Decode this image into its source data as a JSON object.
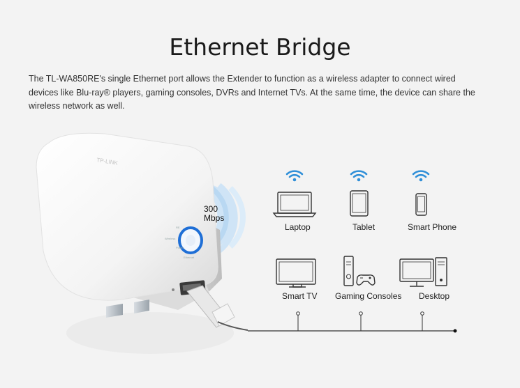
{
  "title": "Ethernet Bridge",
  "description": "The TL-WA850RE's single Ethernet port allows the Extender to function as a wireless adapter to connect wired devices like Blu-ray® players, gaming consoles, DVRs and Internet TVs. At the same time, the device can share the wireless network as well.",
  "device": {
    "brand": "TP-LINK",
    "speed_value": "300",
    "speed_unit": "Mbps",
    "led_labels": [
      "RE",
      "Wireless",
      "Power",
      "Ethernet"
    ]
  },
  "wireless_devices": [
    {
      "label": "Laptop",
      "icon": "laptop-icon"
    },
    {
      "label": "Tablet",
      "icon": "tablet-icon"
    },
    {
      "label": "Smart Phone",
      "icon": "smartphone-icon"
    }
  ],
  "wired_devices": [
    {
      "label": "Smart TV",
      "icon": "tv-icon"
    },
    {
      "label": "Gaming Consoles",
      "icon": "game-console-icon"
    },
    {
      "label": "Desktop",
      "icon": "desktop-icon"
    }
  ],
  "colors": {
    "wifi_blue": "#2f8fd8",
    "background": "#f3f3f3",
    "device_white": "#ffffff",
    "led_ring": "#1f6fd6"
  }
}
